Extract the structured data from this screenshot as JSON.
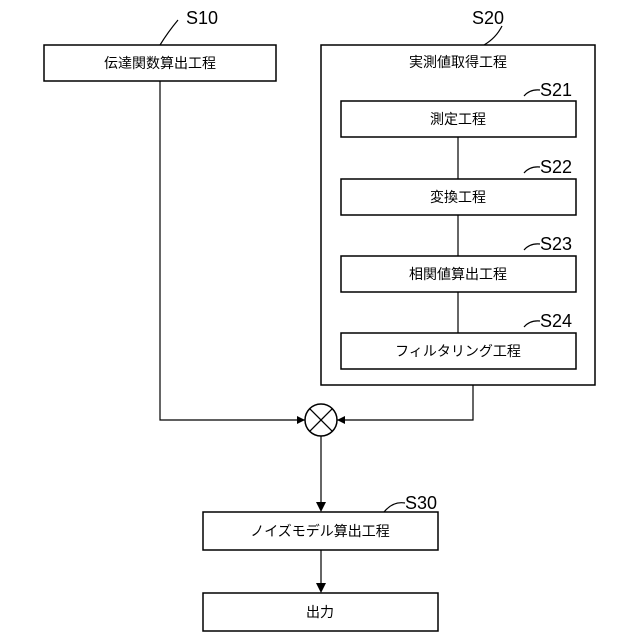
{
  "steps": {
    "s10": {
      "label": "S10",
      "text": "伝達関数算出工程"
    },
    "s20": {
      "label": "S20",
      "text": "実測値取得工程"
    },
    "s21": {
      "label": "S21",
      "text": "測定工程"
    },
    "s22": {
      "label": "S22",
      "text": "変換工程"
    },
    "s23": {
      "label": "S23",
      "text": "相関値算出工程"
    },
    "s24": {
      "label": "S24",
      "text": "フィルタリング工程"
    },
    "s30": {
      "label": "S30",
      "text": "ノイズモデル算出工程"
    }
  },
  "output": {
    "text": "出力"
  }
}
